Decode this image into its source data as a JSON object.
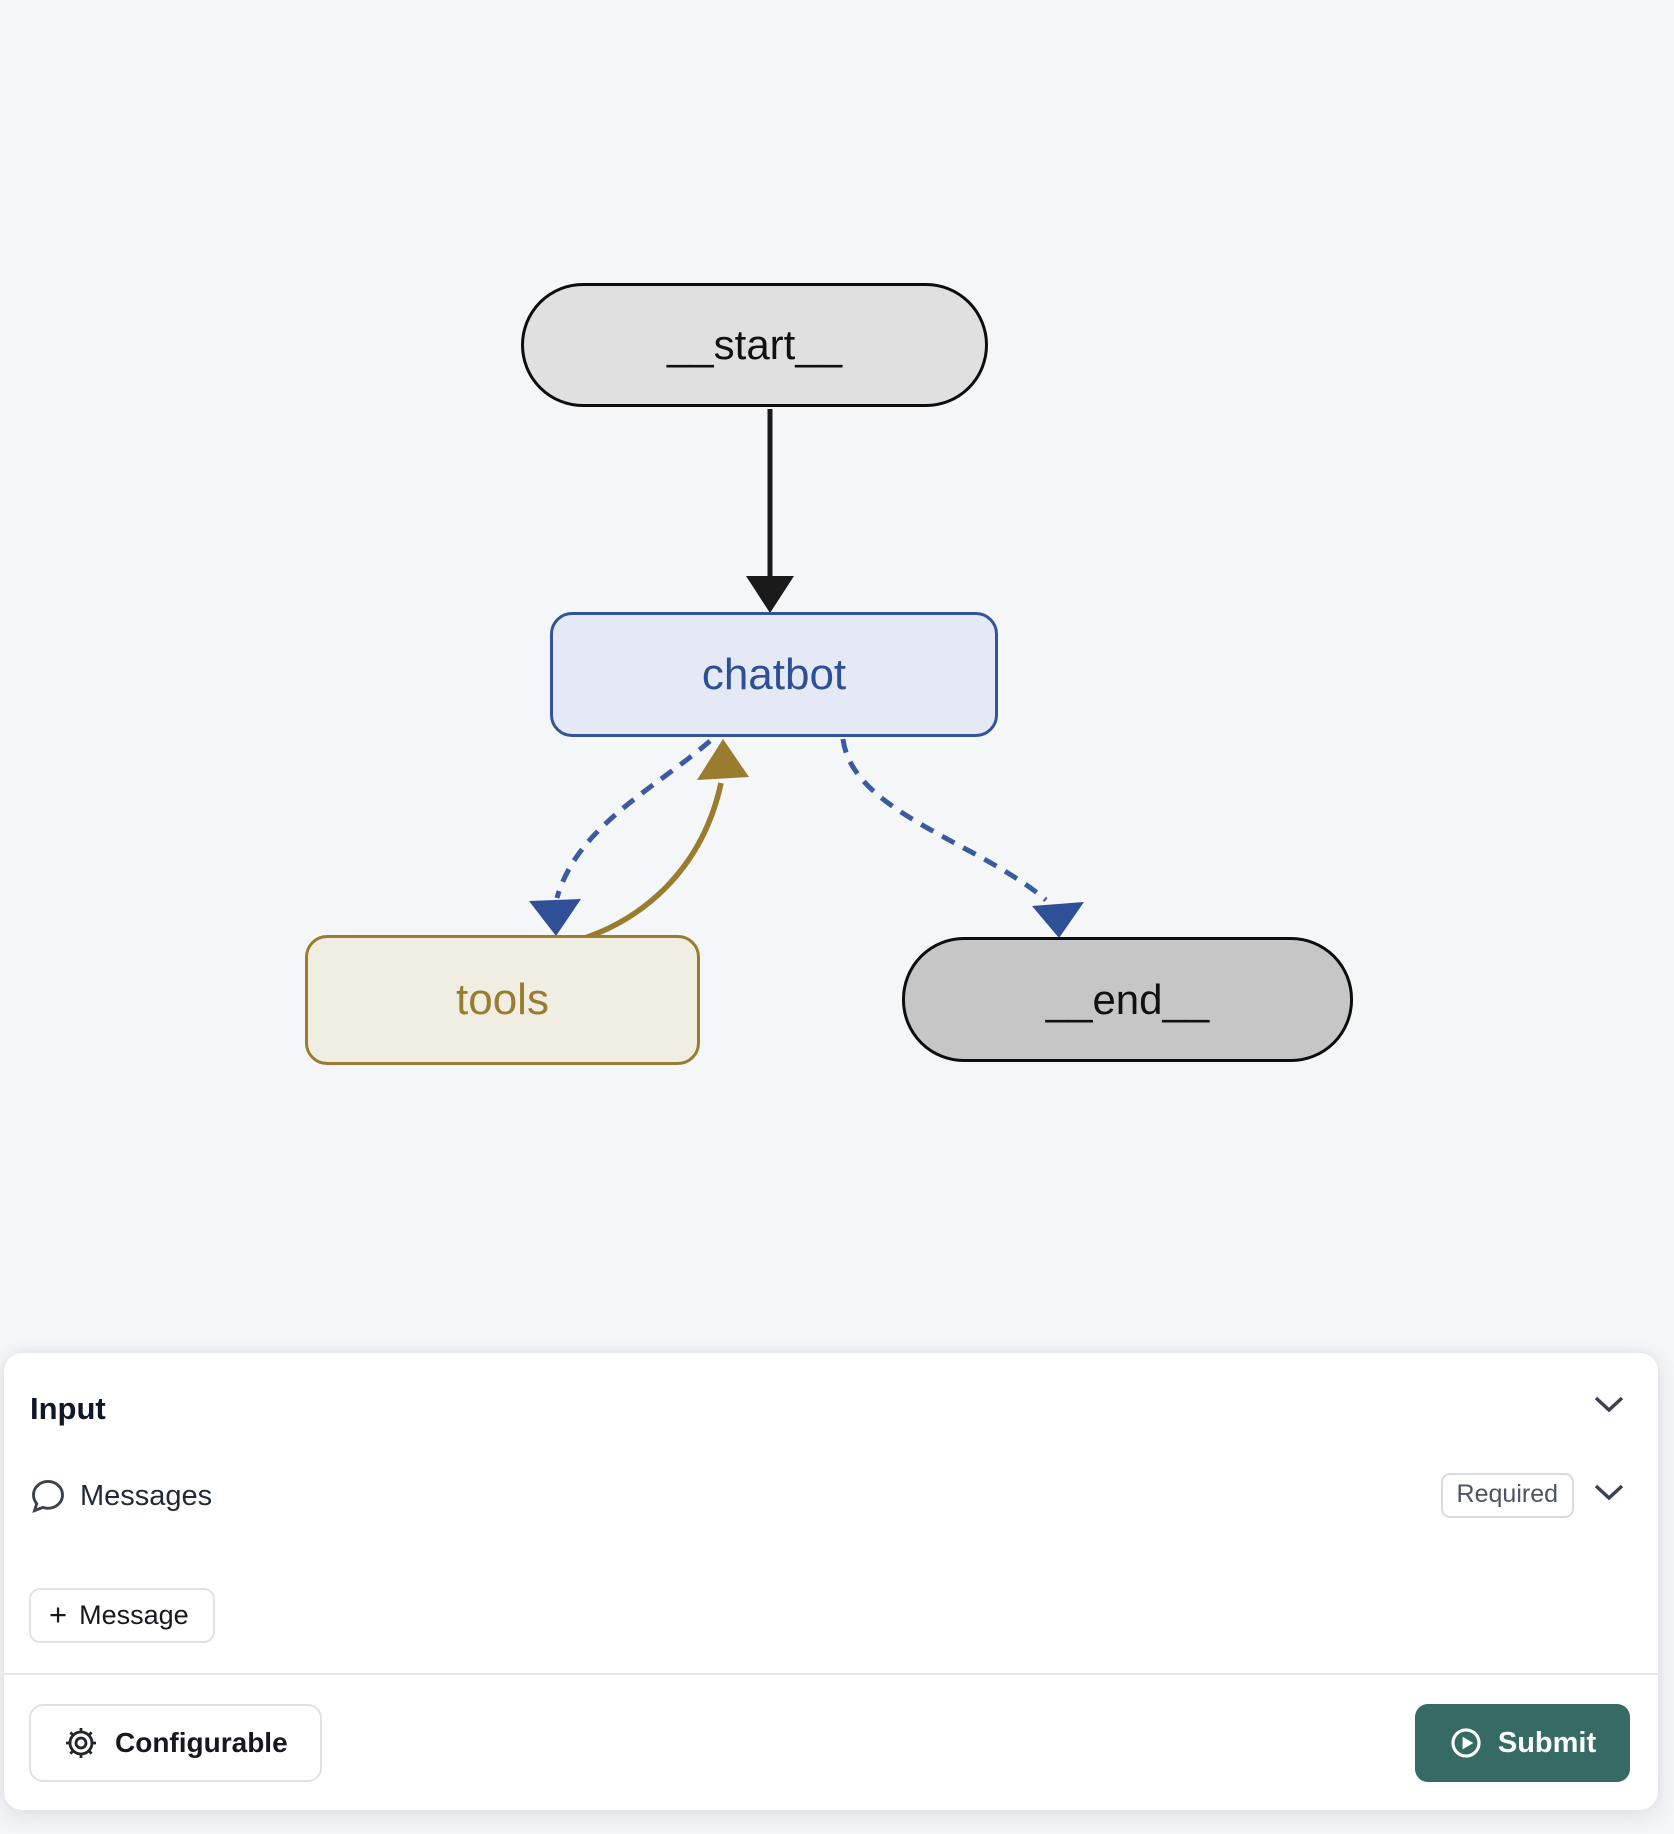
{
  "app": {
    "background_color": "#f4f6f8"
  },
  "graph": {
    "nodes": [
      {
        "id": "__start__",
        "label": "__start__",
        "shape": "pill",
        "fill": "#e0e0e0",
        "border": "#0d0d0d",
        "text_color": "#111111"
      },
      {
        "id": "chatbot",
        "label": "chatbot",
        "shape": "rounded-rect",
        "fill": "#e4e9f5",
        "border": "#34539a",
        "text_color": "#2d5094"
      },
      {
        "id": "tools",
        "label": "tools",
        "shape": "rounded-rect",
        "fill": "#f0ede3",
        "border": "#9a7c2e",
        "text_color": "#9a7c2e"
      },
      {
        "id": "__end__",
        "label": "__end__",
        "shape": "pill",
        "fill": "#c6c6c6",
        "border": "#0d0d0d",
        "text_color": "#111111"
      }
    ],
    "edges": [
      {
        "from": "__start__",
        "to": "chatbot",
        "style": "solid",
        "color": "#1a1a1a"
      },
      {
        "from": "chatbot",
        "to": "tools",
        "style": "dashed",
        "color": "#3b5aa0"
      },
      {
        "from": "tools",
        "to": "chatbot",
        "style": "solid",
        "color": "#9a7c2e"
      },
      {
        "from": "chatbot",
        "to": "__end__",
        "style": "dashed",
        "color": "#3b5aa0"
      }
    ]
  },
  "input_panel": {
    "title": "Input",
    "fields": [
      {
        "icon": "message-bubble-icon",
        "label": "Messages",
        "badge": "Required"
      }
    ],
    "add_message_button": {
      "plus": "+",
      "label": "Message"
    },
    "footer": {
      "configurable_button": {
        "icon": "gear-icon",
        "label": "Configurable"
      },
      "submit_button": {
        "icon": "play-circle-icon",
        "label": "Submit",
        "color": "#356b64"
      }
    }
  }
}
